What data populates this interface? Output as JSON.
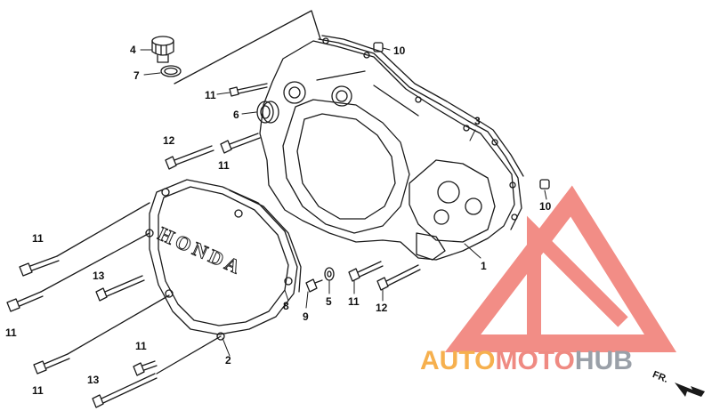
{
  "colors": {
    "line": "#1a1a1a",
    "watermark_red": "#f07a72",
    "brand_orange": "#f6b04e",
    "brand_red": "#ef8a82",
    "brand_gray": "#9aa0a8"
  },
  "cover_text": "HONDA",
  "brand": {
    "part1": "AUTO",
    "part2": "MOTO",
    "part3": "HUB"
  },
  "direction_label": "FR.",
  "callouts": {
    "c1": "1",
    "c2": "2",
    "c3": "3",
    "c4": "4",
    "c5": "5",
    "c6": "6",
    "c7": "7",
    "c8": "8",
    "c9": "9",
    "c10a": "10",
    "c10b": "10",
    "c11a": "11",
    "c11b": "11",
    "c11c": "11",
    "c11d": "11",
    "c11e": "11",
    "c11f": "11",
    "c11g": "11",
    "c12a": "12",
    "c12b": "12",
    "c13a": "13",
    "c13b": "13"
  }
}
